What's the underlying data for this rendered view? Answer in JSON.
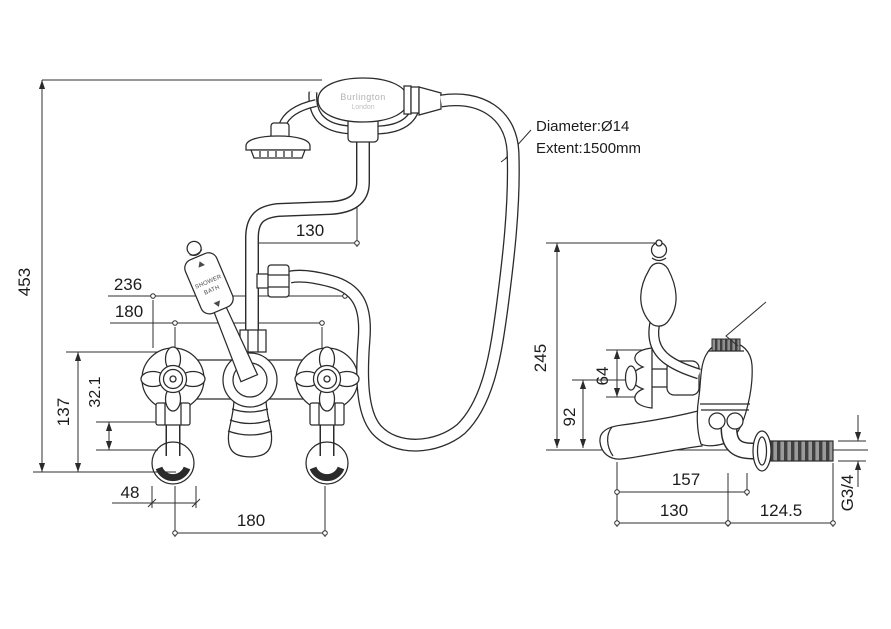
{
  "product": {
    "brand_line1": "Burlington",
    "brand_line2": "London",
    "lever_plaque_line1": "SHOWER",
    "lever_plaque_line2": "BATH"
  },
  "hose_note": {
    "line1": "Diameter:Ø14",
    "line2": "Extent:1500mm"
  },
  "front_view": {
    "dim_overall_height": "453",
    "dim_hose_offset": "130",
    "dim_width_236": "236",
    "dim_handle_centres": "180",
    "dim_height_137": "137",
    "dim_offset_32_1": "32.1",
    "dim_flange_48": "48",
    "dim_inlet_centres": "180"
  },
  "side_view": {
    "dim_overall_height": "245",
    "dim_handle_64": "64",
    "dim_body_92": "92",
    "dim_reach_157": "157",
    "dim_reach_130": "130",
    "dim_tail_124_5": "124.5",
    "dim_thread": "G3/4"
  }
}
